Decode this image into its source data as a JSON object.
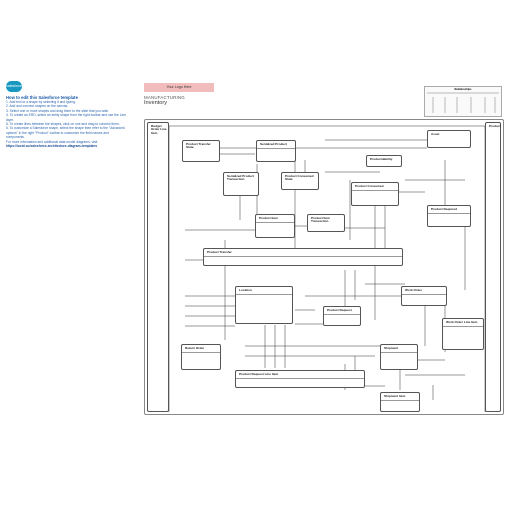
{
  "sidebar": {
    "logo_text": "salesforce",
    "howto_title": "How to edit this Salesforce template",
    "steps": [
      "1. Add text to a shape by selecting it and typing.",
      "2. Add and connect shapes on the canvas.",
      "3. Select one or more shapes and drag them to the slide that you wish.",
      "4. To create an ERD, select an entity shape from the right toolbar and use the Line layer.",
      "5. To create lines between the shapes, click on one and drag to connect them.",
      "6. To customize a Salesforce shape, select the shape then refer to the \"Advanced options\" in the right \"Product\" toolbar to customize the field names and components."
    ],
    "info_lead": "For more information and additional data model diagrams, visit",
    "info_link": "https://lucid.co/salesforce-architecture-diagram-templates"
  },
  "header": {
    "your_logo": "Your Logo Here",
    "department": "MANUFACTURING",
    "title": "Inventory"
  },
  "legend": {
    "title": "Relationships"
  },
  "entities": [
    {
      "id": "budget",
      "name": "Budget Order Line Item"
    },
    {
      "id": "product",
      "name": "Product"
    },
    {
      "id": "asset",
      "name": "Asset"
    },
    {
      "id": "pt_state",
      "name": "Product Transfer State"
    },
    {
      "id": "serialized",
      "name": "Serialized Product"
    },
    {
      "id": "ser_trans",
      "name": "Serialized Product Transaction"
    },
    {
      "id": "consumed_state",
      "name": "Product Consumed State"
    },
    {
      "id": "pers",
      "name": "Productdebility"
    },
    {
      "id": "consumed",
      "name": "Product Consumed"
    },
    {
      "id": "required",
      "name": "Product Required"
    },
    {
      "id": "item",
      "name": "Product Item"
    },
    {
      "id": "item_trans",
      "name": "Product Item Transaction"
    },
    {
      "id": "transfer",
      "name": "Product Transfer"
    },
    {
      "id": "location",
      "name": "Location"
    },
    {
      "id": "work_order",
      "name": "Work Order"
    },
    {
      "id": "request",
      "name": "Product Request"
    },
    {
      "id": "wo_line",
      "name": "Work Order Line Item"
    },
    {
      "id": "return",
      "name": "Return Order"
    },
    {
      "id": "shipment",
      "name": "Shipment"
    },
    {
      "id": "req_line",
      "name": "Product Request Line Item"
    },
    {
      "id": "ship_item",
      "name": "Shipment Item"
    }
  ]
}
